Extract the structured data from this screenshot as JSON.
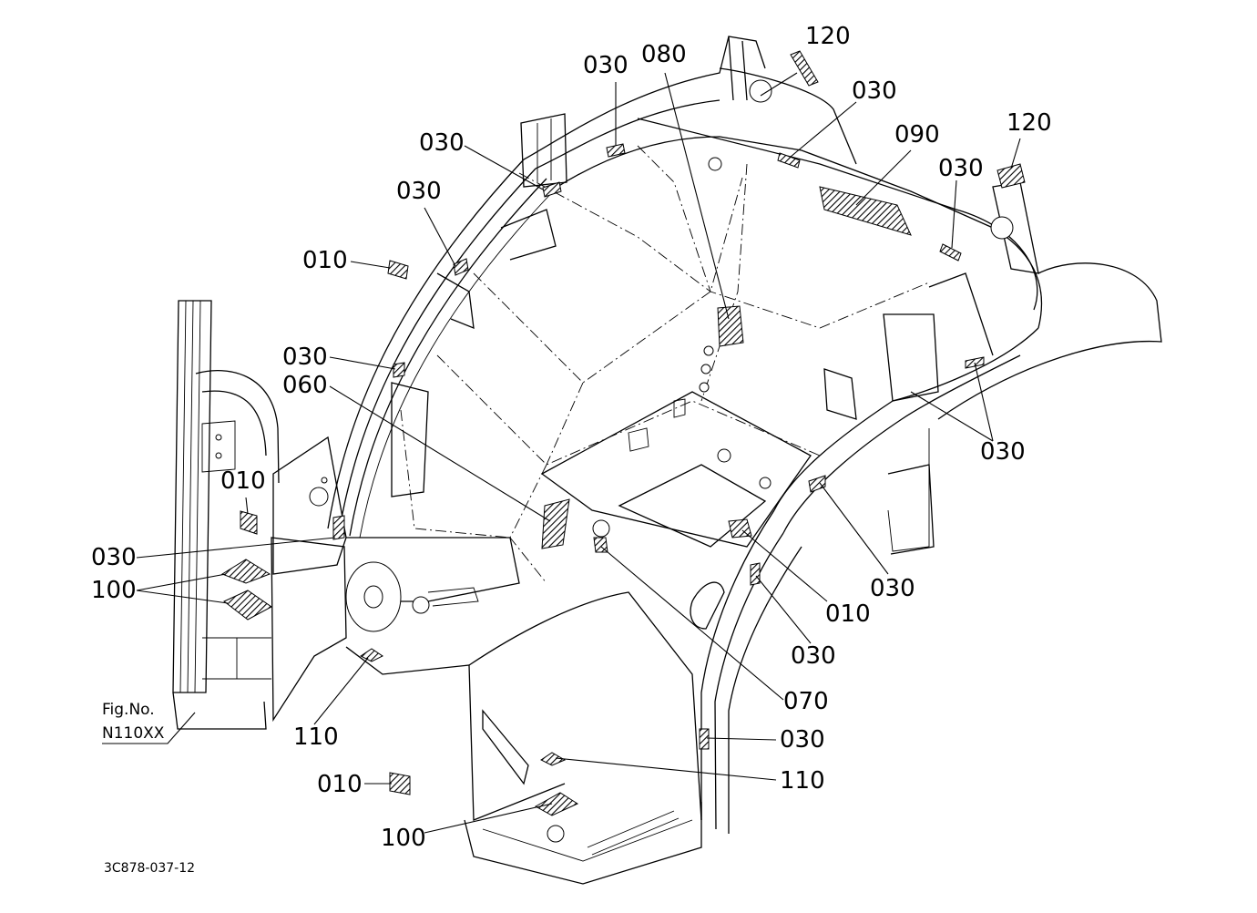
{
  "callouts": [
    {
      "id": "c1",
      "text": "120"
    },
    {
      "id": "c2",
      "text": "030"
    },
    {
      "id": "c3",
      "text": "080"
    },
    {
      "id": "c4",
      "text": "030"
    },
    {
      "id": "c5",
      "text": "030"
    },
    {
      "id": "c6",
      "text": "090"
    },
    {
      "id": "c7",
      "text": "120"
    },
    {
      "id": "c8",
      "text": "030"
    },
    {
      "id": "c9",
      "text": "030"
    },
    {
      "id": "c10",
      "text": "010"
    },
    {
      "id": "c11",
      "text": "030"
    },
    {
      "id": "c12",
      "text": "060"
    },
    {
      "id": "c13",
      "text": "010"
    },
    {
      "id": "c14",
      "text": "030"
    },
    {
      "id": "c15",
      "text": "100"
    },
    {
      "id": "c16",
      "text": "030"
    },
    {
      "id": "c17",
      "text": "030"
    },
    {
      "id": "c18",
      "text": "010"
    },
    {
      "id": "c19",
      "text": "030"
    },
    {
      "id": "c20",
      "text": "070"
    },
    {
      "id": "c21",
      "text": "110"
    },
    {
      "id": "c22",
      "text": "030"
    },
    {
      "id": "c23",
      "text": "010"
    },
    {
      "id": "c24",
      "text": "110"
    },
    {
      "id": "c25",
      "text": "100"
    }
  ],
  "fig_ref": {
    "line1": "Fig.No.",
    "line2": "N110XX"
  },
  "drawing_code": "3C878-037-12"
}
